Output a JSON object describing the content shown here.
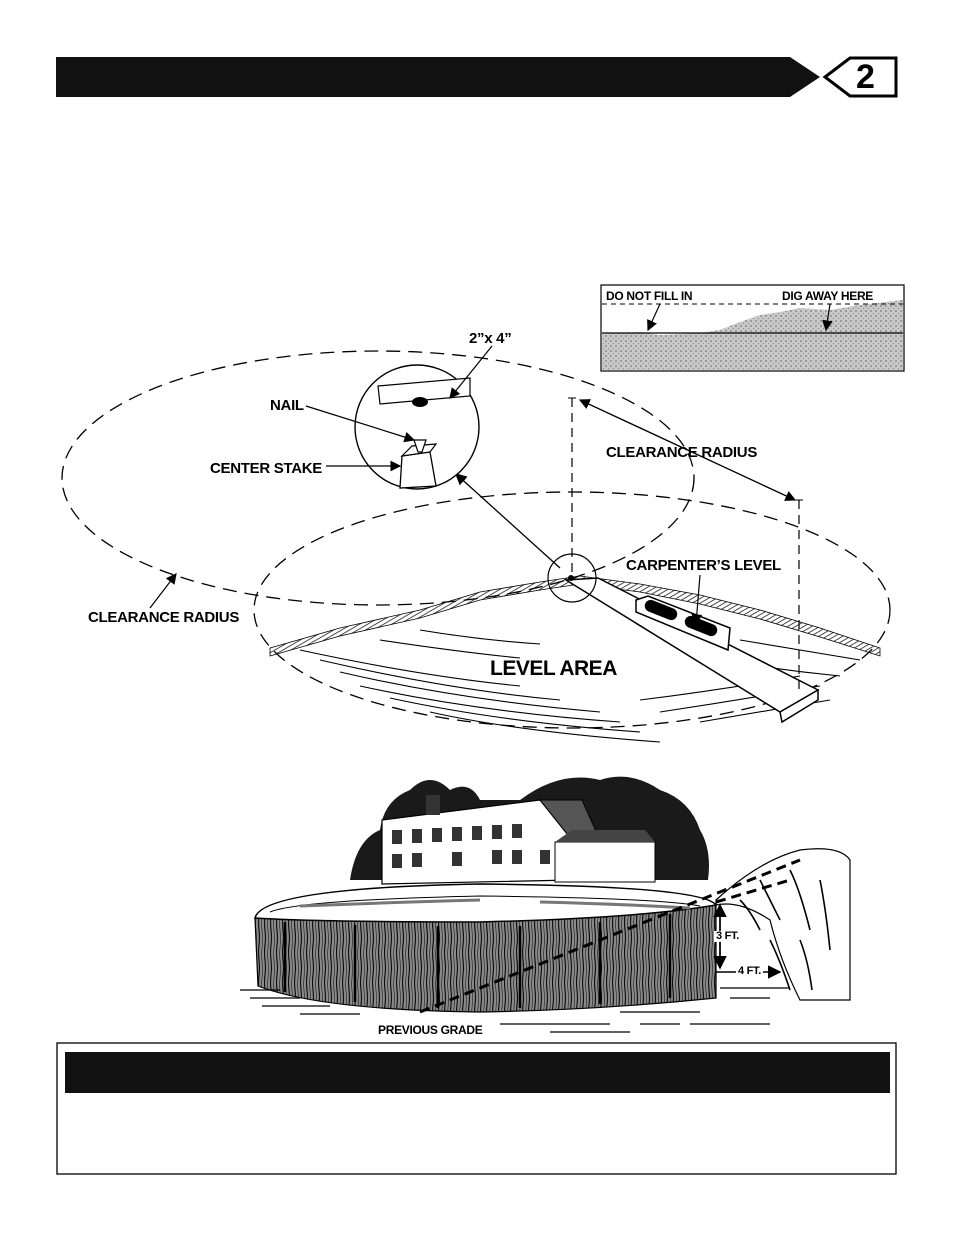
{
  "header": {
    "step_number": "2"
  },
  "inset": {
    "left_label": "DO NOT FILL IN",
    "right_label": "DIG AWAY HERE"
  },
  "diagram": {
    "lumber_label": "2”x 4”",
    "nail_label": "NAIL",
    "center_stake_label": "CENTER STAKE",
    "clearance_radius_right_label": "CLEARANCE RADIUS",
    "clearance_radius_left_label": "CLEARANCE RADIUS",
    "carpenters_level_label": "CARPENTER’S LEVEL",
    "level_area_label": "LEVEL AREA"
  },
  "illustration": {
    "height_label": "3 FT.",
    "width_label": "4 FT.",
    "previous_grade_label": "PREVIOUS GRADE"
  },
  "colors": {
    "ink": "#000000",
    "paper": "#ffffff",
    "header_fill": "#111111"
  }
}
